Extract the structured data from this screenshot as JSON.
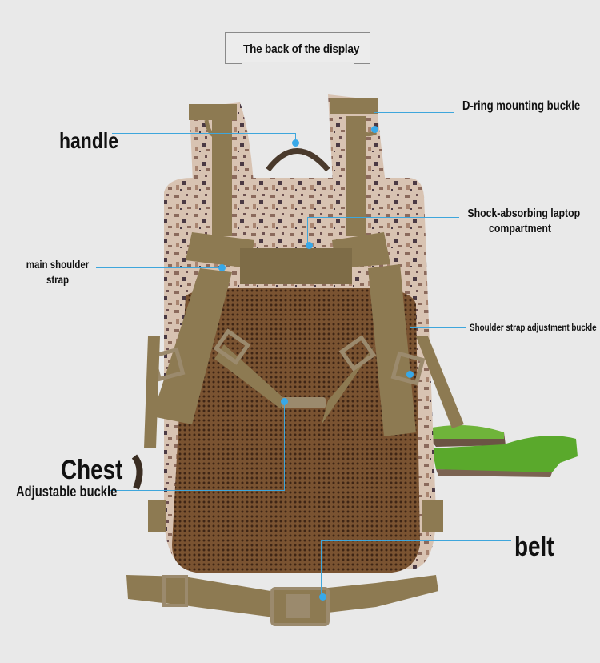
{
  "title": "The back of the display",
  "callouts": [
    {
      "id": "handle",
      "label": "handle"
    },
    {
      "id": "d-ring",
      "label": "D-ring mounting buckle"
    },
    {
      "id": "laptop",
      "label_line1": "Shock-absorbing laptop",
      "label_line2": "compartment"
    },
    {
      "id": "shoulder-strap",
      "label_line1": "main shoulder",
      "label_line2": "strap"
    },
    {
      "id": "strap-adjust",
      "label": "Shoulder strap adjustment buckle"
    },
    {
      "id": "chest",
      "label_line1": "Chest",
      "label_line2": "Adjustable buckle"
    },
    {
      "id": "belt",
      "label": "belt"
    }
  ],
  "colors": {
    "background": "#e9e9e9",
    "leader_line": "#3ea6dc",
    "webbing": "#8d7a52",
    "mesh": "#6b4a2c",
    "camo_light": "#d9c5b5",
    "camo_dark": "#4b3a44",
    "grass": "#5aa92c"
  }
}
